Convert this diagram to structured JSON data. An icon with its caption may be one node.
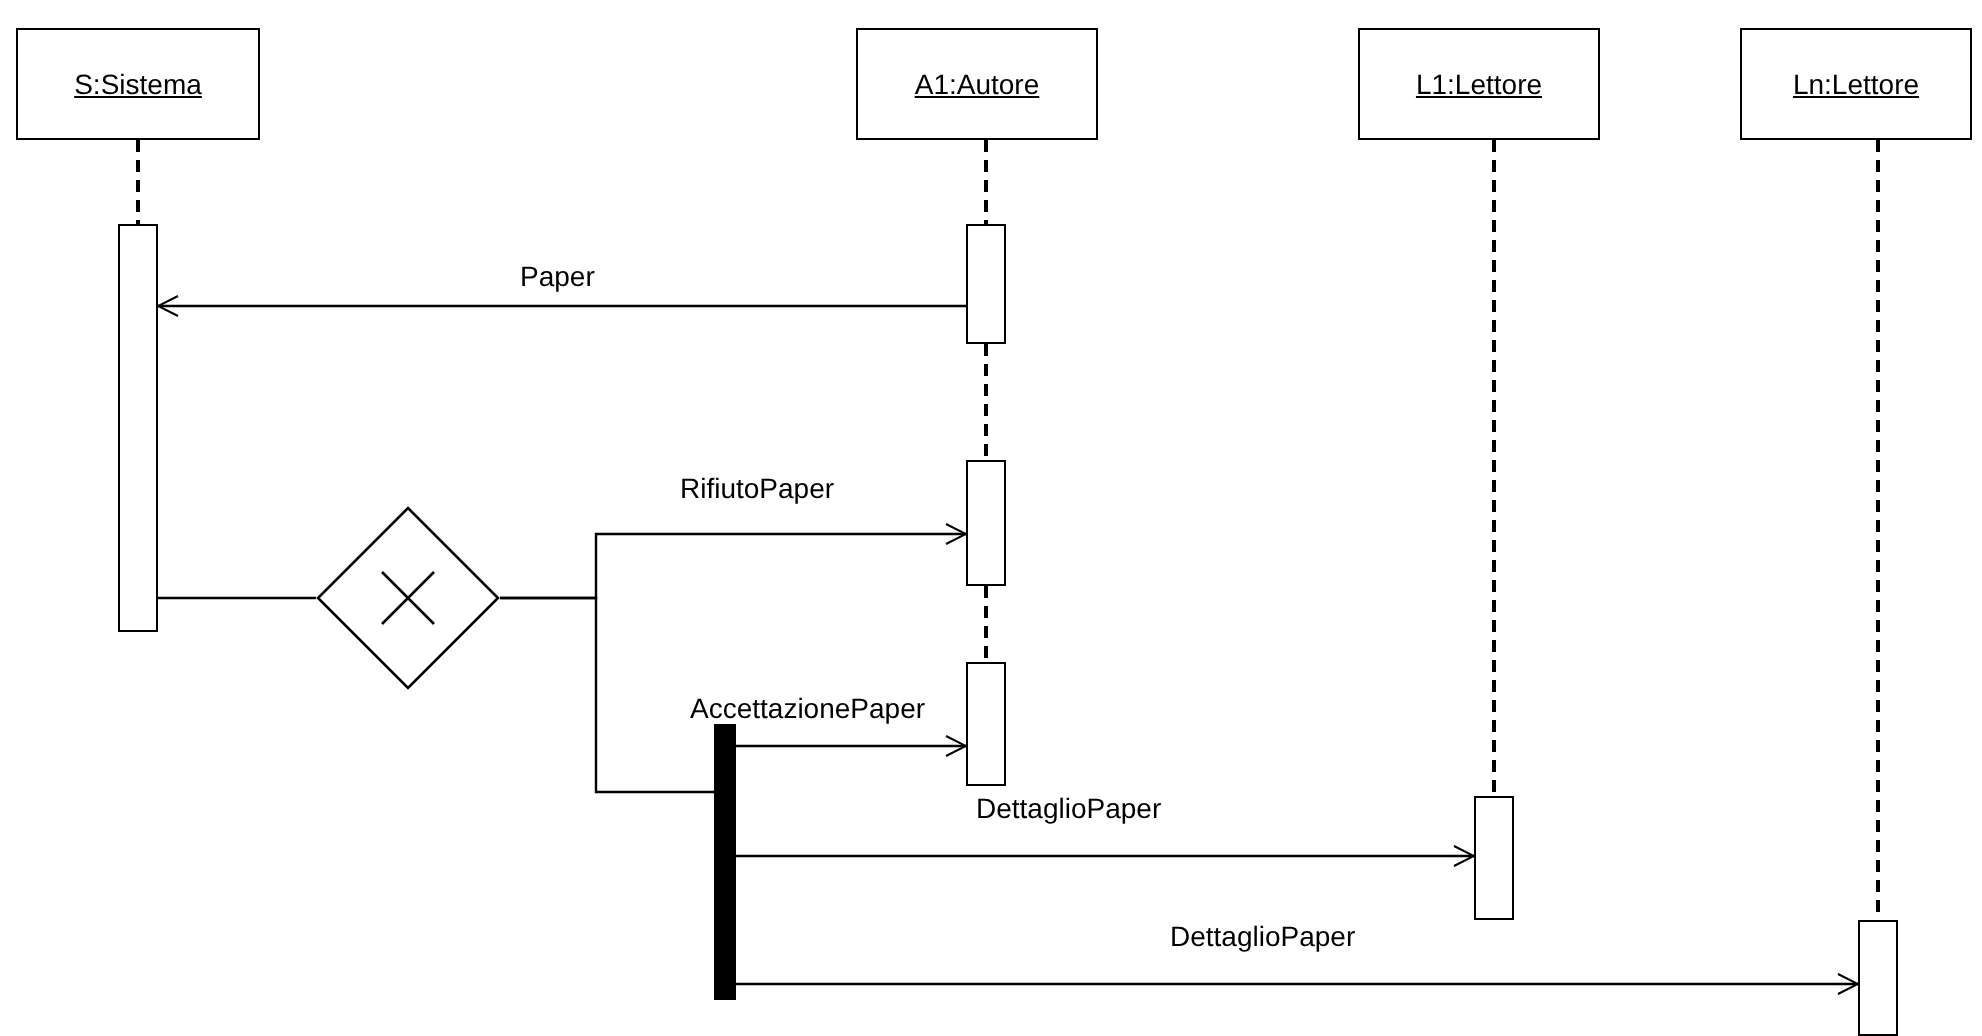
{
  "diagram": {
    "nodes": [
      {
        "text": [
          "S:Sistema"
        ]
      },
      {
        "text": [
          "A1:Autore"
        ]
      },
      {
        "text": [
          "L1:Lettore"
        ]
      },
      {
        "text": [
          "Ln:Lettore"
        ]
      },
      {
        "text": [],
        "shape": "box"
      },
      {
        "text": [],
        "shape": "box"
      },
      {
        "text": [],
        "shape": "box"
      },
      {
        "text": [],
        "shape": "box"
      },
      {
        "text": [],
        "shape": "box"
      },
      {
        "text": [],
        "shape": "box"
      },
      {
        "text": [],
        "shape": "diamond"
      },
      {
        "text": [],
        "shape": "bar"
      }
    ],
    "edges": [
      {
        "from": 0,
        "to": 4,
        "arrow": "none",
        "style": "dashed"
      },
      {
        "from": 1,
        "to": 5,
        "arrow": "none",
        "style": "dashed"
      },
      {
        "from": 5,
        "to": 6,
        "arrow": "none",
        "style": "dashed"
      },
      {
        "from": 6,
        "to": 7,
        "arrow": "none",
        "style": "dashed"
      },
      {
        "from": 2,
        "to": 8,
        "arrow": "none",
        "style": "dashed"
      },
      {
        "from": 3,
        "to": 9,
        "arrow": "none",
        "style": "dashed"
      },
      {
        "from": 5,
        "to": 4,
        "arrow": "to",
        "label": "Paper"
      },
      {
        "from": 4,
        "to": 10,
        "arrow": "none"
      },
      {
        "from": 10,
        "to": 6,
        "arrow": "to",
        "label": "RifiutoPaper"
      },
      {
        "from": 10,
        "to": 11,
        "arrow": "none"
      },
      {
        "from": 11,
        "to": 7,
        "arrow": "to",
        "label": "AccettazionePaper"
      },
      {
        "from": 11,
        "to": 8,
        "arrow": "to",
        "label": "DettaglioPaper"
      },
      {
        "from": 11,
        "to": 9,
        "arrow": "to",
        "label": "DettaglioPaper"
      }
    ]
  }
}
